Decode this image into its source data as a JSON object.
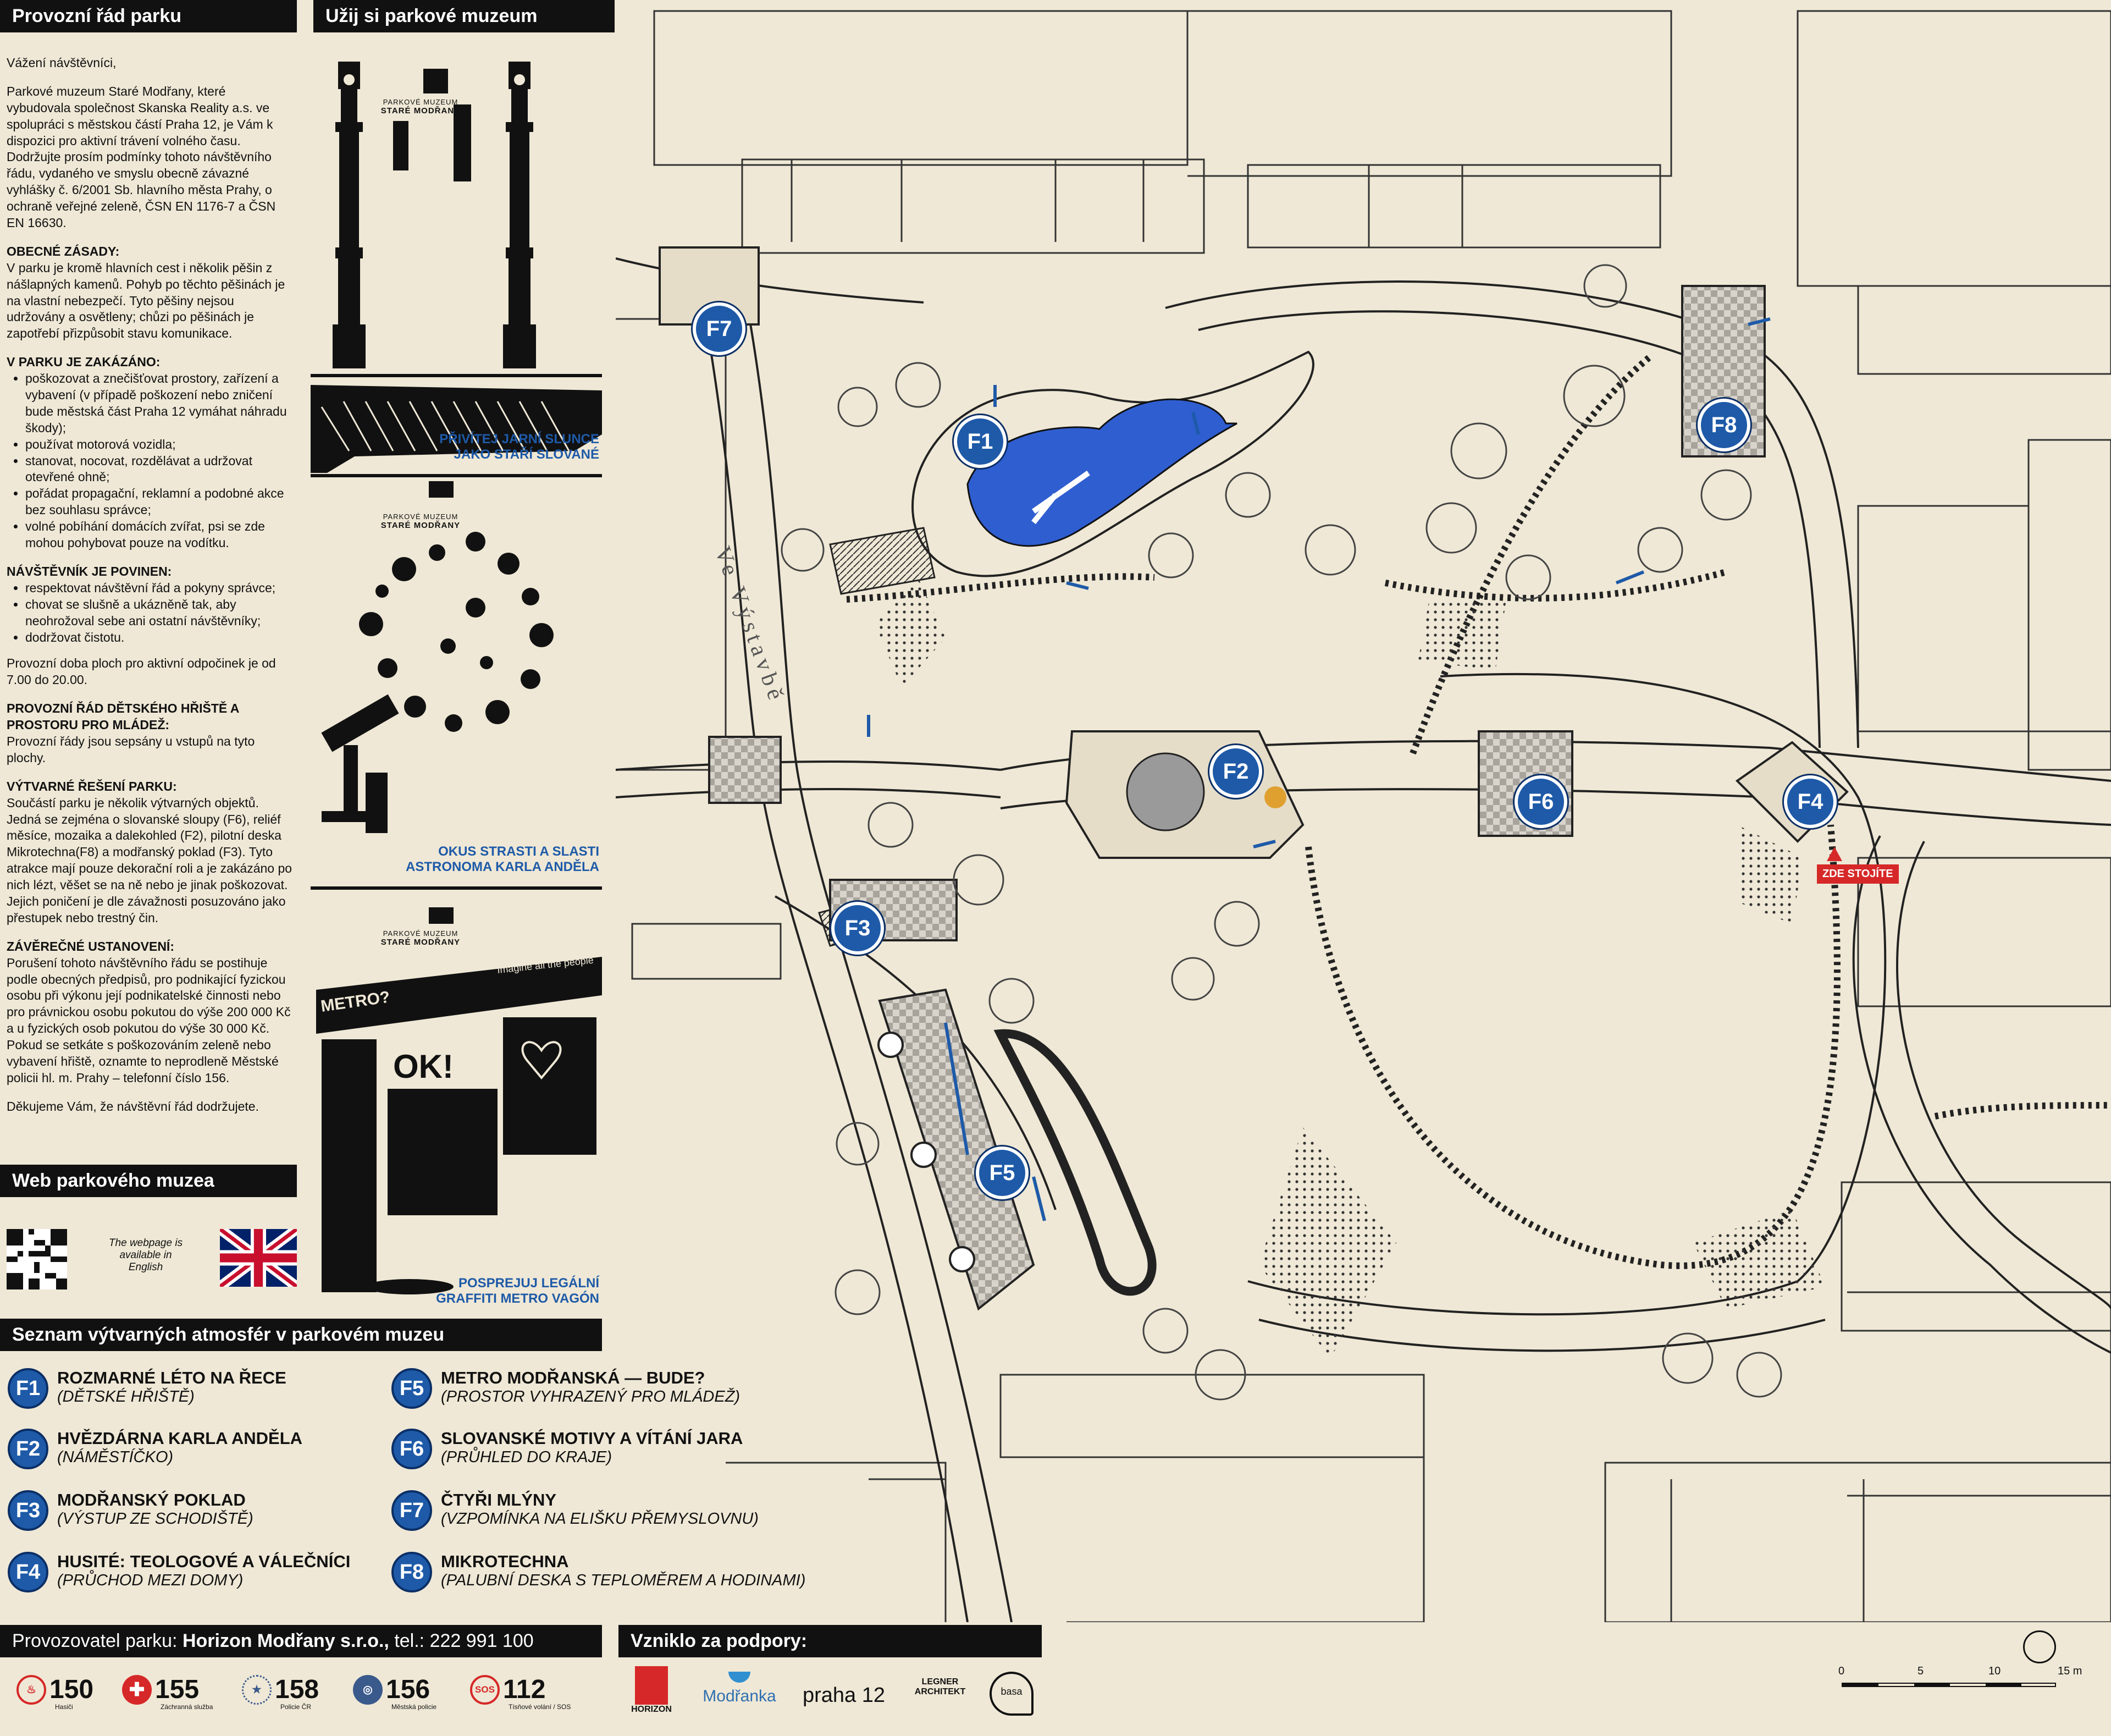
{
  "rules": {
    "heading": "Provozní řád parku",
    "greeting": "Vážení návštěvníci,",
    "intro": "Parkové muzeum Staré Modřany, které vybudovala společnost Skanska Reality a.s. ve spolupráci s městskou částí Praha 12, je Vám k dispozici pro aktivní trávení volného času. Dodržujte prosím podmínky tohoto návštěvního řádu, vydaného ve smyslu obecně závazné vyhlášky č. 6/2001 Sb. hlavního města Prahy, o ochraně veřejné zeleně, ČSN EN 1176-7 a ČSN EN 16630.",
    "general_h": "OBECNÉ ZÁSADY:",
    "general": "V parku je kromě hlavních cest i několik pěšin z nášlapných kamenů. Pohyb po těchto pěšinách je na vlastní nebezpečí. Tyto pěšiny nejsou udržovány a osvětleny; chůzi po pěšinách je zapotřebí přizpůsobit stavu komunikace.",
    "forbidden_h": "V PARKU JE ZAKÁZÁNO:",
    "forbidden": [
      "poškozovat a znečišťovat prostory, zařízení a vybavení (v případě poškození nebo zničení bude městská část Praha 12 vymáhat náhradu škody);",
      "používat motorová vozidla;",
      "stanovat, nocovat, rozdělávat a udržovat otevřené ohně;",
      "pořádat propagační, reklamní a podobné akce bez souhlasu správce;",
      "volné pobíhání domácích zvířat, psi se zde mohou pohybovat pouze na vodítku."
    ],
    "duty_h": "NÁVŠTĚVNÍK JE POVINEN:",
    "duties": [
      "respektovat návštěvní řád a pokyny správce;",
      "chovat se slušně a ukázněně tak, aby neohrožoval sebe ani ostatní návštěvníky;",
      "dodržovat čistotu."
    ],
    "hours": "Provozní doba ploch pro aktivní odpočinek je od 7.00 do 20.00.",
    "playground_h": "PROVOZNÍ ŘÁD DĚTSKÉHO HŘIŠTĚ A PROSTORU PRO MLÁDEŽ:",
    "playground": "Provozní řády jsou sepsány u vstupů na tyto plochy.",
    "art_h": "VÝTVARNÉ ŘEŠENÍ PARKU:",
    "art": "Součástí parku je několik výtvarných objektů. Jedná se zejména o slovanské sloupy (F6), reliéf měsíce, mozaika a dalekohled (F2), pilotní deska Mikrotechna(F8) a modřanský poklad (F3). Tyto atrakce mají pouze dekorační roli a je zakázáno po nich lézt, věšet se na ně nebo je jinak poškozovat. Jejich poničení je dle závažnosti posuzováno jako přestupek nebo trestný čin.",
    "final_h": "ZÁVĚREČNÉ USTANOVENÍ:",
    "final": "Porušení tohoto návštěvního řádu se postihuje podle obecných předpisů, pro podnikající fyzickou osobu při výkonu její podnikatelské činnosti nebo pro právnickou osobu pokutou do výše 200 000 Kč a u fyzických osob pokutou do výše 30 000 Kč. Pokud se setkáte s poškozováním zeleně nebo vybavení hřiště, oznamte to neprodleně Městské policii hl. m. Prahy – telefonní číslo 156.",
    "thanks": "Děkujeme Vám, že návštěvní řád dodržujete."
  },
  "museum": {
    "heading": "Užij si parkové muzeum",
    "label_top": "PARKOVÉ MUZEUM",
    "label_name": "STARÉ MODŘANY",
    "caption1": "PŘIVÍTEJ JARNÍ SLUNCE\nJAKO  STAŘÍ SLOVANÉ",
    "caption2": "OKUS STRASTI A SLASTI\nASTRONOMA KARLA ANDĚLA",
    "caption3": "POSPREJUJ LEGÁLNÍ\nGRAFFITI METRO VAGÓN",
    "graffiti1": "METRO?",
    "graffiti2": "OK!",
    "graffiti3": "Imagine all the people"
  },
  "web": {
    "heading": "Web parkového muzea",
    "note": "The webpage is available in English"
  },
  "legend": {
    "heading": "Seznam výtvarných atmosfér v parkovém muzeu",
    "items": [
      {
        "code": "F1",
        "title": "ROZMARNÉ LÉTO NA ŘECE",
        "sub": "(DĚTSKÉ HŘIŠTĚ)"
      },
      {
        "code": "F2",
        "title": "HVĚZDÁRNA KARLA ANDĚLA",
        "sub": "(NÁMĚSTÍČKO)"
      },
      {
        "code": "F3",
        "title": "MODŘANSKÝ POKLAD",
        "sub": "(VÝSTUP ZE SCHODIŠTĚ)"
      },
      {
        "code": "F4",
        "title": "HUSITÉ: TEOLOGOVÉ A VÁLEČNÍCI",
        "sub": "(PRŮCHOD MEZI DOMY)"
      },
      {
        "code": "F5",
        "title": "METRO MODŘANSKÁ — BUDE?",
        "sub": "(PROSTOR VYHRAZENÝ PRO MLÁDEŽ)"
      },
      {
        "code": "F6",
        "title": "SLOVANSKÉ MOTIVY A VÍTÁNÍ JARA",
        "sub": "(PRŮHLED DO KRAJE)"
      },
      {
        "code": "F7",
        "title": "ČTYŘI MLÝNY",
        "sub": "(VZPOMÍNKA NA ELIŠKU PŘEMYSLOVNU)"
      },
      {
        "code": "F8",
        "title": "MIKROTECHNA",
        "sub": "(PALUBNÍ DESKA S TEPLOMĚREM A HODINAMI)"
      }
    ]
  },
  "operator": {
    "prefix": "Provozovatel parku: ",
    "name": "Horizon Modřany s.r.o.,",
    "phone": " tel.: 222 991 100"
  },
  "emergency": [
    {
      "num": "150",
      "label": "Hasiči",
      "color": "#d62828"
    },
    {
      "num": "155",
      "label": "Záchranná služba",
      "color": "#d62828"
    },
    {
      "num": "158",
      "label": "Policie ČR",
      "color": "#3a5a8c"
    },
    {
      "num": "156",
      "label": "Městská policie",
      "color": "#3a5a8c"
    },
    {
      "num": "112",
      "label": "Tísňové volání / SOS",
      "color": "#d62828"
    }
  ],
  "support": {
    "heading": "Vzniklo za podpory:",
    "sponsors": [
      "HORIZON",
      "Modřanka",
      "praha 12",
      "LEGNER ARCHITEKT",
      "basa"
    ]
  },
  "map": {
    "street_label": "Ve Výstavbě",
    "you_are_here": "ZDE STOJÍTE",
    "markers": [
      "F1",
      "F2",
      "F3",
      "F4",
      "F5",
      "F6",
      "F7",
      "F8"
    ],
    "scale_labels": [
      "0",
      "5",
      "10",
      "15 m"
    ]
  },
  "colors": {
    "water": "#2f5ed0",
    "accent": "#1e5aa8",
    "paper": "#efe8d6"
  }
}
